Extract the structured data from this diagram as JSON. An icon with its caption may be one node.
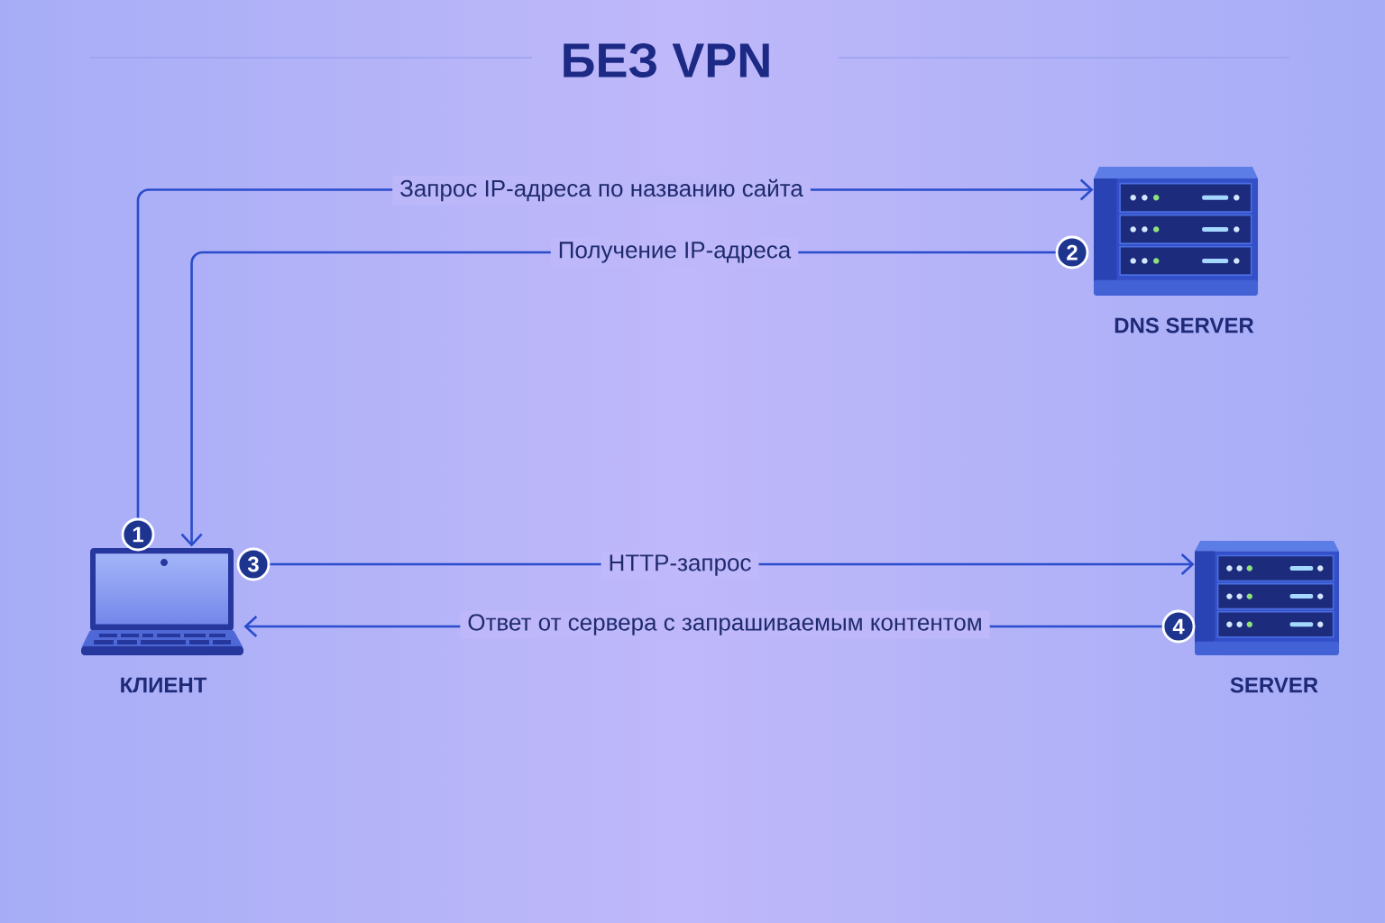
{
  "diagram": {
    "title": "БЕЗ VPN",
    "nodes": [
      {
        "text": [],
        "shape": "picture",
        "beside": [
          "КЛИЕНТ"
        ]
      },
      {
        "text": [
          "1"
        ]
      },
      {
        "text": [],
        "shape": "picture",
        "beside": [
          "DNS SERVER"
        ]
      },
      {
        "text": [
          "2"
        ]
      },
      {
        "text": [
          "3"
        ]
      },
      {
        "text": [],
        "shape": "picture",
        "beside": [
          "SERVER"
        ]
      },
      {
        "text": [
          "4"
        ]
      }
    ],
    "edges": [
      {
        "from": 1,
        "to": 2,
        "arrow": "to",
        "label": "Запрос IP-адреса по названию сайта"
      },
      {
        "from": 3,
        "to": 0,
        "arrow": "to",
        "label": "Получение IP-адреса"
      },
      {
        "from": 4,
        "to": 5,
        "arrow": "to",
        "label": "HTTP-запрос"
      },
      {
        "from": 6,
        "to": 0,
        "arrow": "to",
        "label": "Ответ от сервера с запрашиваемым контентом"
      }
    ]
  }
}
